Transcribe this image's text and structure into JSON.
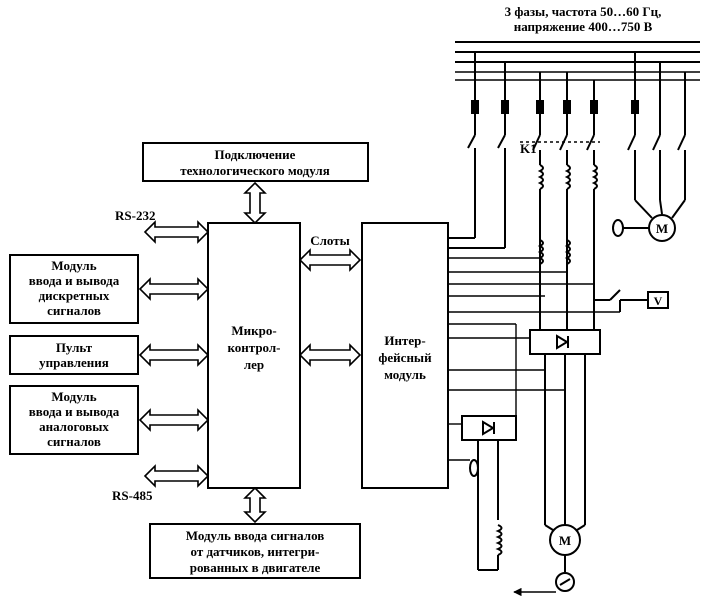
{
  "power_supply": {
    "line1": "3 фазы, частота 50…60 Гц,",
    "line2": "напряжение 400…750 В"
  },
  "blocks": {
    "tech_module": {
      "line1": "Подключение",
      "line2": "технологического модуля"
    },
    "microcontroller": {
      "line1": "Микро-",
      "line2": "контрол-",
      "line3": "лер"
    },
    "interface": {
      "line1": "Интер-",
      "line2": "фейсный",
      "line3": "модуль"
    },
    "discrete_io": {
      "line1": "Модуль",
      "line2": "ввода и вывода",
      "line3": "дискретных",
      "line4": "сигналов"
    },
    "control_panel": {
      "line1": "Пульт",
      "line2": "управления"
    },
    "analog_io": {
      "line1": "Модуль",
      "line2": "ввода и вывода",
      "line3": "аналоговых",
      "line4": "сигналов"
    },
    "sensor_input": {
      "line1": "Модуль ввода сигналов",
      "line2": "от датчиков, интегри-",
      "line3": "рованных в двигателе"
    }
  },
  "interfaces": {
    "rs232": "RS-232",
    "rs485": "RS-485",
    "slots": "Слоты"
  },
  "components": {
    "contactor": "K1",
    "motor": "M",
    "voltmeter": "V"
  }
}
